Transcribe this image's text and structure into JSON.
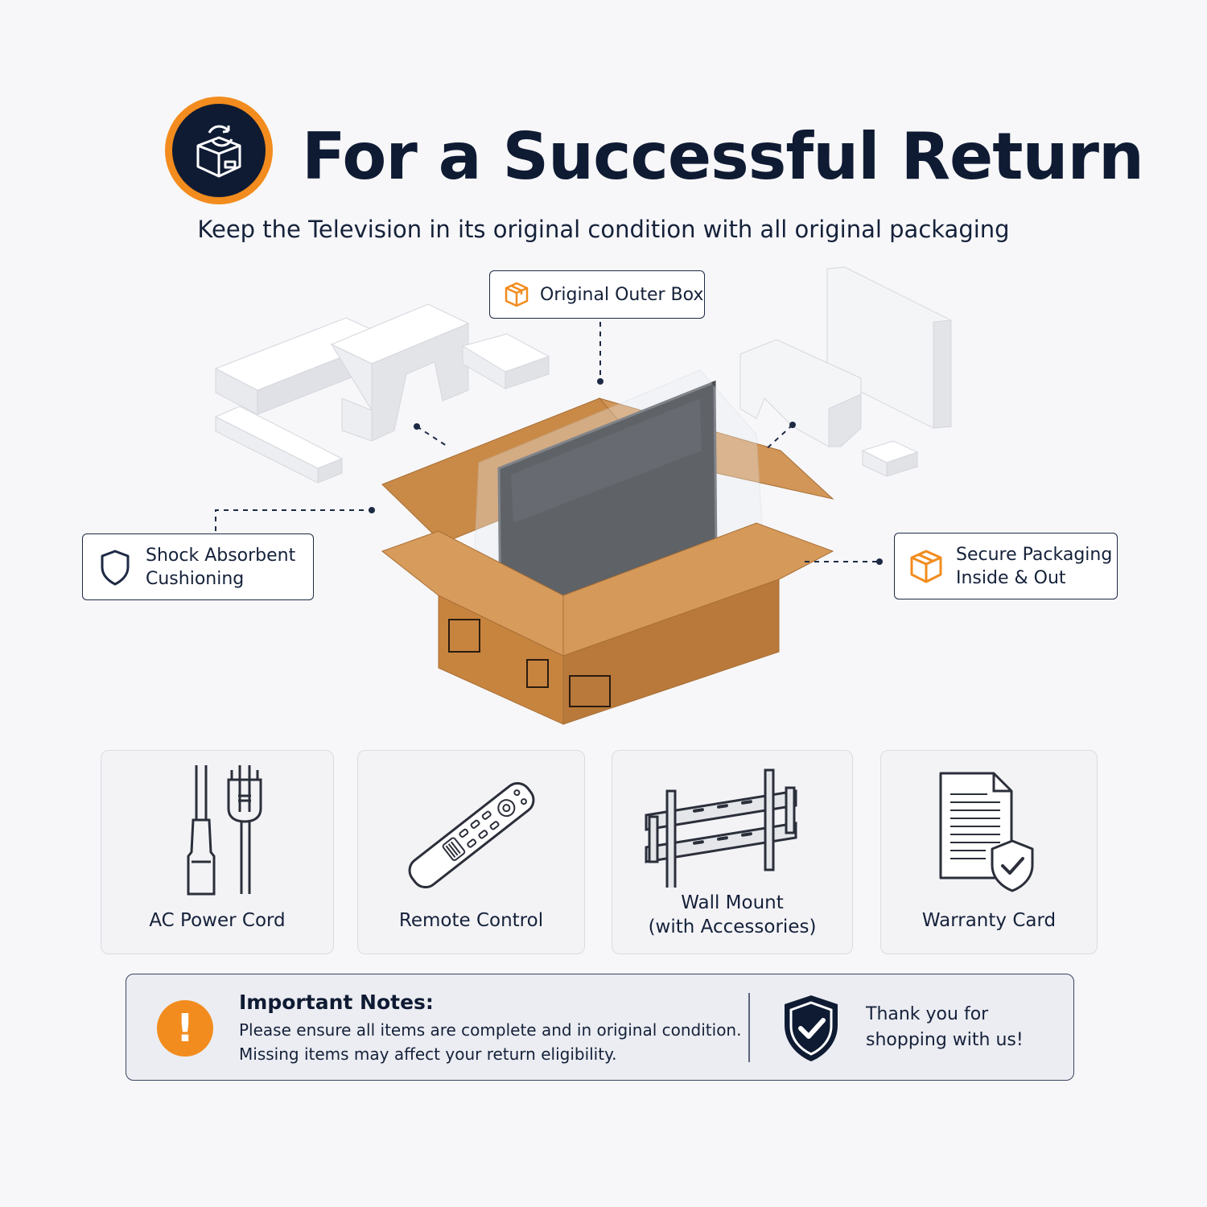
{
  "header": {
    "title": "For a Successful Return",
    "subtitle": "Keep the Television in its original condition with all original packaging"
  },
  "callouts": {
    "outer_box": "Original Outer Box",
    "cushioning_line1": "Shock Absorbent",
    "cushioning_line2": "Cushioning",
    "secure_line1": "Secure Packaging",
    "secure_line2": "Inside & Out"
  },
  "items": [
    {
      "label": "AC Power Cord"
    },
    {
      "label": "Remote Control"
    },
    {
      "label_line1": "Wall Mount",
      "label_line2": "(with Accessories)"
    },
    {
      "label": "Warranty Card"
    }
  ],
  "notes": {
    "title": "Important Notes:",
    "line1": "Please ensure all items are complete and in original condition.",
    "line2": "Missing items may affect your return eligibility.",
    "thanks_line1": "Thank you for",
    "thanks_line2": "shopping with us!"
  },
  "colors": {
    "accent": "#f28c1e",
    "navy": "#0f1b33",
    "cardboard": "#c98a48"
  }
}
